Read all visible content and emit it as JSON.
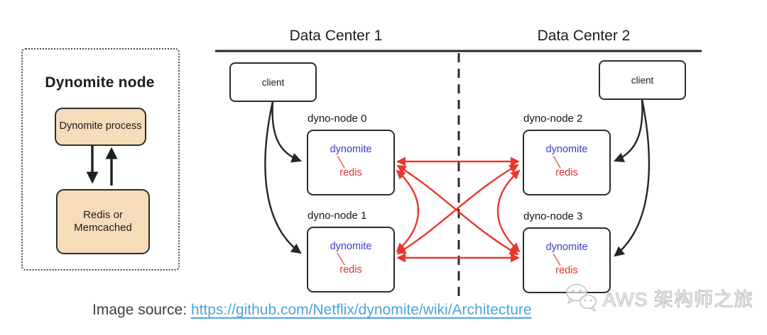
{
  "colors": {
    "mesh_red": "#e8372d",
    "dynomite_blue": "#3a3ad2",
    "redis_red": "#e03229",
    "link_blue": "#4aa5dd",
    "box_fill_tan": "#f7dcba",
    "line_black": "#262626",
    "watermark_gray": "#bfbfbf"
  },
  "left_panel": {
    "title": "Dynomite node",
    "process_label": "Dynomite process",
    "storage_label": "Redis or Memcached"
  },
  "datacenters": [
    {
      "title": "Data Center 1",
      "client_label": "client"
    },
    {
      "title": "Data Center 2",
      "client_label": "client"
    }
  ],
  "nodes": [
    {
      "label": "dyno-node 0",
      "proxy": "dynomite",
      "store": "redis"
    },
    {
      "label": "dyno-node 1",
      "proxy": "dynomite",
      "store": "redis"
    },
    {
      "label": "dyno-node 2",
      "proxy": "dynomite",
      "store": "redis"
    },
    {
      "label": "dyno-node 3",
      "proxy": "dynomite",
      "store": "redis"
    }
  ],
  "caption": {
    "prefix": "Image source: ",
    "link_text": "https://github.com/Netflix/dynomite/wiki/Architecture"
  },
  "watermark": {
    "label": "AWS 架构师之旅",
    "logo": "wechat-icon"
  }
}
